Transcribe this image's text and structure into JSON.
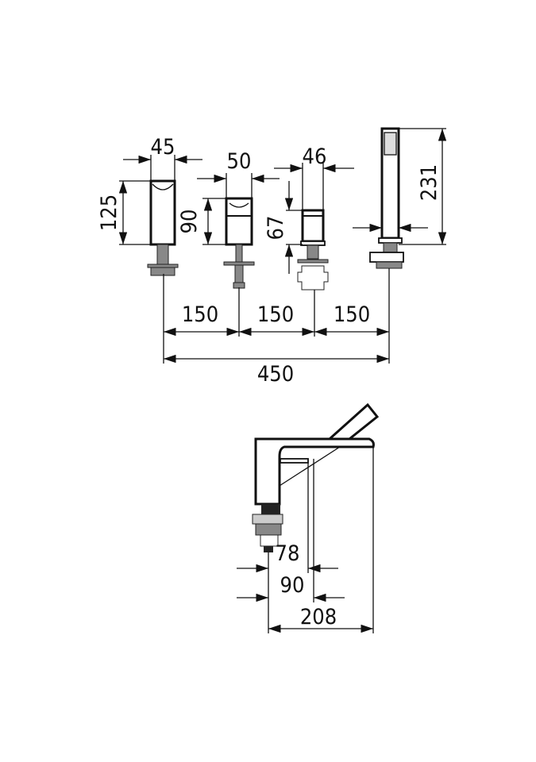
{
  "drawing": {
    "top_view": {
      "widths": {
        "spout": "45",
        "handle_1": "50",
        "handle_2": "46"
      },
      "heights": {
        "spout": "125",
        "handle_1": "90",
        "handle_2": "67",
        "hand_shower": "231"
      },
      "spacings": [
        "150",
        "150",
        "150"
      ],
      "total": "450"
    },
    "side_view": {
      "dims": [
        "78",
        "90",
        "208"
      ]
    }
  }
}
